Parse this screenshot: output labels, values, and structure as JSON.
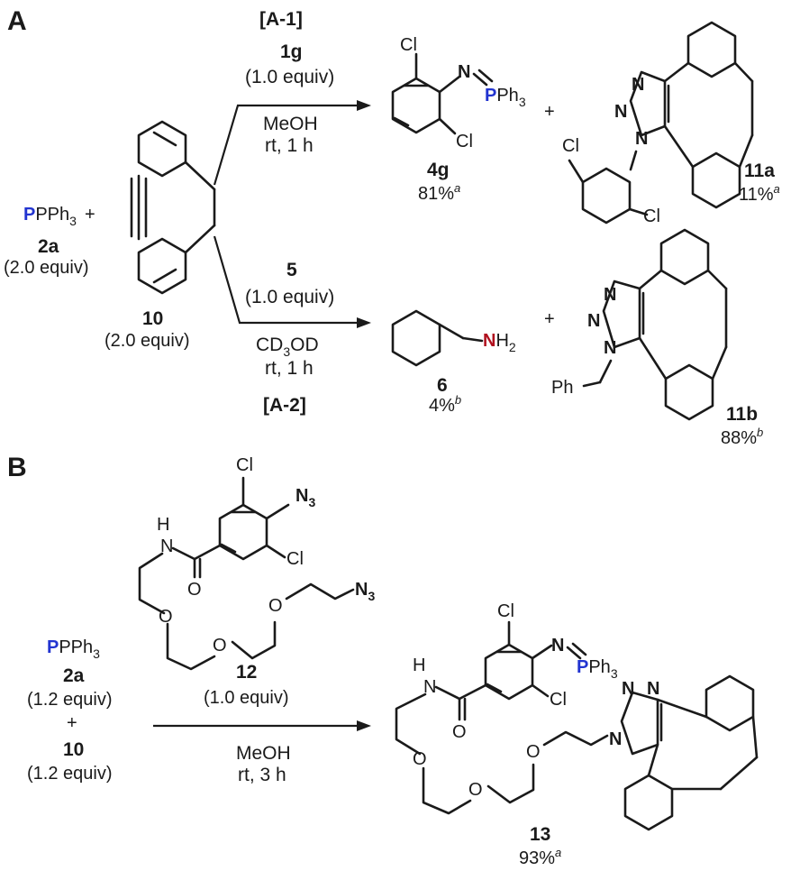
{
  "colors": {
    "phosphorus": "#2234d0",
    "nitrogen_red": "#b0101e",
    "nitrogen_green": "#1f6b1f",
    "text": "#1a1a1a"
  },
  "panel_a": {
    "label": "A",
    "reagent_pph3": "PPh",
    "reagent_pph3_sub": "3",
    "plus": "+",
    "reagent_2a_id": "2a",
    "reagent_2a_equiv": "(2.0 equiv)",
    "reagent_10_id": "10",
    "reagent_10_equiv": "(2.0 equiv)",
    "route1": {
      "tag": "[A-1]",
      "azide_id": "1g",
      "azide_equiv": "(1.0 equiv)",
      "solvent": "MeOH",
      "conditions": "rt, 1 h"
    },
    "route2": {
      "tag": "[A-2]",
      "azide_id": "5",
      "azide_equiv": "(1.0 equiv)",
      "solvent": "CD",
      "solvent_sub": "3",
      "solvent_tail": "OD",
      "conditions": "rt, 1 h"
    },
    "products": {
      "p4g_id": "4g",
      "p4g_yield": "81%",
      "p4g_note": "a",
      "p11a_id": "11a",
      "p11a_yield": "11%",
      "p11a_note": "a",
      "p6_id": "6",
      "p6_yield": "4%",
      "p6_note": "b",
      "p11b_id": "11b",
      "p11b_yield": "88%",
      "p11b_note": "b"
    }
  },
  "panel_b": {
    "label": "B",
    "reagent_pph3": "PPh",
    "reagent_pph3_sub": "3",
    "reagent_2a_id": "2a",
    "reagent_2a_equiv": "(1.2 equiv)",
    "plus": "+",
    "reagent_10_id": "10",
    "reagent_10_equiv": "(1.2 equiv)",
    "azide_id": "12",
    "azide_equiv": "(1.0 equiv)",
    "solvent": "MeOH",
    "conditions": "rt, 3 h",
    "product_id": "13",
    "product_yield": "93%",
    "product_note": "a"
  },
  "atoms": {
    "cl": "Cl",
    "n": "N",
    "p": "P",
    "o": "O",
    "h": "H",
    "nh2_n": "N",
    "nh2_h": "H",
    "nh2_sub": "2",
    "n3_n": "N",
    "n3_sub": "3",
    "ph3": "Ph",
    "ph3_sub": "3",
    "ph": "Ph"
  }
}
